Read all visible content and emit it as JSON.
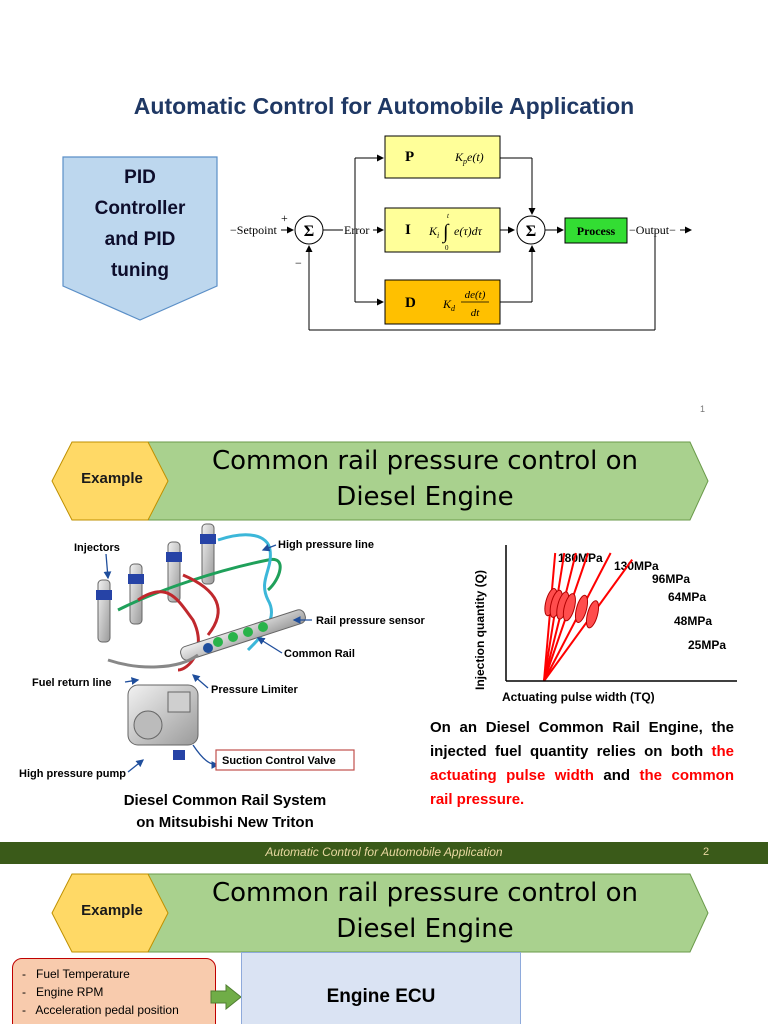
{
  "slide1": {
    "title": "Automatic Control for Automobile Application",
    "callout_lines": [
      "PID",
      "Controller",
      "and PID",
      "tuning"
    ],
    "diagram": {
      "setpoint": "Setpoint",
      "error": "Error",
      "output": "Output",
      "sum": "Σ",
      "plus": "+",
      "minus": "−",
      "p_label": "P",
      "i_label": "I",
      "d_label": "D",
      "process": "Process",
      "p_formula": "K",
      "p_sub": "p",
      "p_rest": "e(t)",
      "i_formula_k": "K",
      "i_sub": "i",
      "i_rest": "e(τ)dτ",
      "i_upper": "t",
      "i_lower": "0",
      "d_formula_k": "K",
      "d_sub": "d",
      "d_num": "de(t)",
      "d_den": "dt",
      "colors": {
        "p_fill": "#ffff99",
        "i_fill": "#ffff99",
        "d_fill": "#ffc000",
        "process_fill": "#33dd33"
      }
    },
    "page_number": "1"
  },
  "slide2": {
    "tag": "Example",
    "title_line1": "Common rail pressure control on",
    "title_line2": "Diesel Engine",
    "labels": {
      "injectors": "Injectors",
      "high_pressure_line": "High pressure line",
      "rail_pressure_sensor": "Rail pressure sensor",
      "common_rail": "Common Rail",
      "fuel_return_line": "Fuel return line",
      "pressure_limiter": "Pressure Limiter",
      "suction_control_valve": "Suction Control Valve",
      "high_pressure_pump": "High pressure pump"
    },
    "caption_line1": "Diesel Common Rail System",
    "caption_line2": "on Mitsubishi New Triton",
    "description_pre": "On an Diesel Common Rail Engine, the injected fuel quantity relies on both ",
    "description_red1": "the actuating pulse width",
    "description_mid": " and ",
    "description_red2": "the common rail pressure.",
    "footer": "Automatic Control for Automobile Application",
    "page_number": "2"
  },
  "chart_data": {
    "type": "line",
    "title": "",
    "xlabel": "Actuating pulse width (TQ)",
    "ylabel": "Injection quantity (Q)",
    "series": [
      {
        "name": "180MPa",
        "x": [
          0,
          1.0
        ],
        "y": [
          0,
          1.0
        ]
      },
      {
        "name": "130MPa",
        "x": [
          0,
          1.0
        ],
        "y": [
          0,
          0.92
        ]
      },
      {
        "name": "96MPa",
        "x": [
          0,
          1.0
        ],
        "y": [
          0,
          0.82
        ]
      },
      {
        "name": "64MPa",
        "x": [
          0,
          1.0
        ],
        "y": [
          0,
          0.72
        ]
      },
      {
        "name": "48MPa",
        "x": [
          0,
          1.0
        ],
        "y": [
          0,
          0.55
        ]
      },
      {
        "name": "25MPa",
        "x": [
          0,
          1.0
        ],
        "y": [
          0,
          0.38
        ]
      }
    ],
    "colors": {
      "lines": "#ff0000",
      "markers": "#ff4d4d"
    }
  },
  "slide3": {
    "tag": "Example",
    "title_line1": "Common rail pressure control on",
    "title_line2": "Diesel Engine",
    "inputs": [
      "Fuel Temperature",
      "Engine RPM",
      "Acceleration pedal position"
    ],
    "ecu_label": "Engine ECU"
  }
}
